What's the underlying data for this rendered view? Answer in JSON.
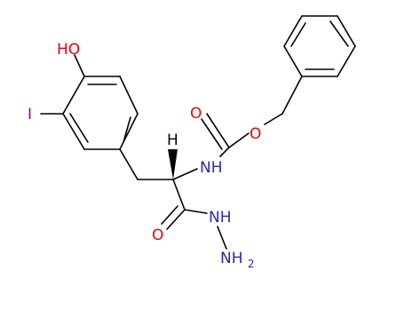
{
  "colors": {
    "bond": "#000000",
    "oxygen": "#e8000b",
    "nitrogen": "#2a2aa6",
    "iodine": "#940094",
    "carbon_text": "#000000",
    "background": "#ffffff"
  },
  "labels": {
    "hydroxyl": "HO",
    "iodine": "I",
    "chiral_h": "H",
    "amide_nh": "NH",
    "carbamate_carbonyl_o": "O",
    "ester_o": "O",
    "hydrazide_carbonyl_o": "O",
    "hydrazide_nh": "NH",
    "terminal_nh2": "NH",
    "terminal_nh2_sub": "2"
  }
}
